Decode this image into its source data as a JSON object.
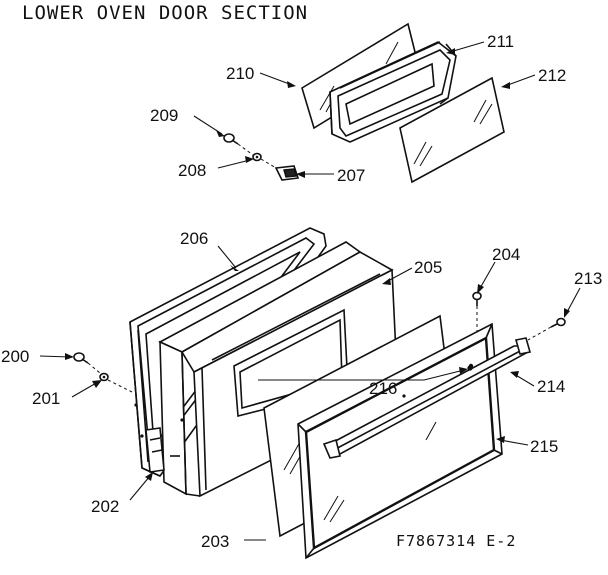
{
  "diagram": {
    "title": "LOWER OVEN DOOR SECTION",
    "code": "F7867314 E-2",
    "callouts": {
      "p200": "200",
      "p201": "201",
      "p202": "202",
      "p203": "203",
      "p204": "204",
      "p205": "205",
      "p206": "206",
      "p207": "207",
      "p208": "208",
      "p209": "209",
      "p210": "210",
      "p211": "211",
      "p212": "212",
      "p213": "213",
      "p214": "214",
      "p215": "215",
      "p216": "216"
    }
  }
}
